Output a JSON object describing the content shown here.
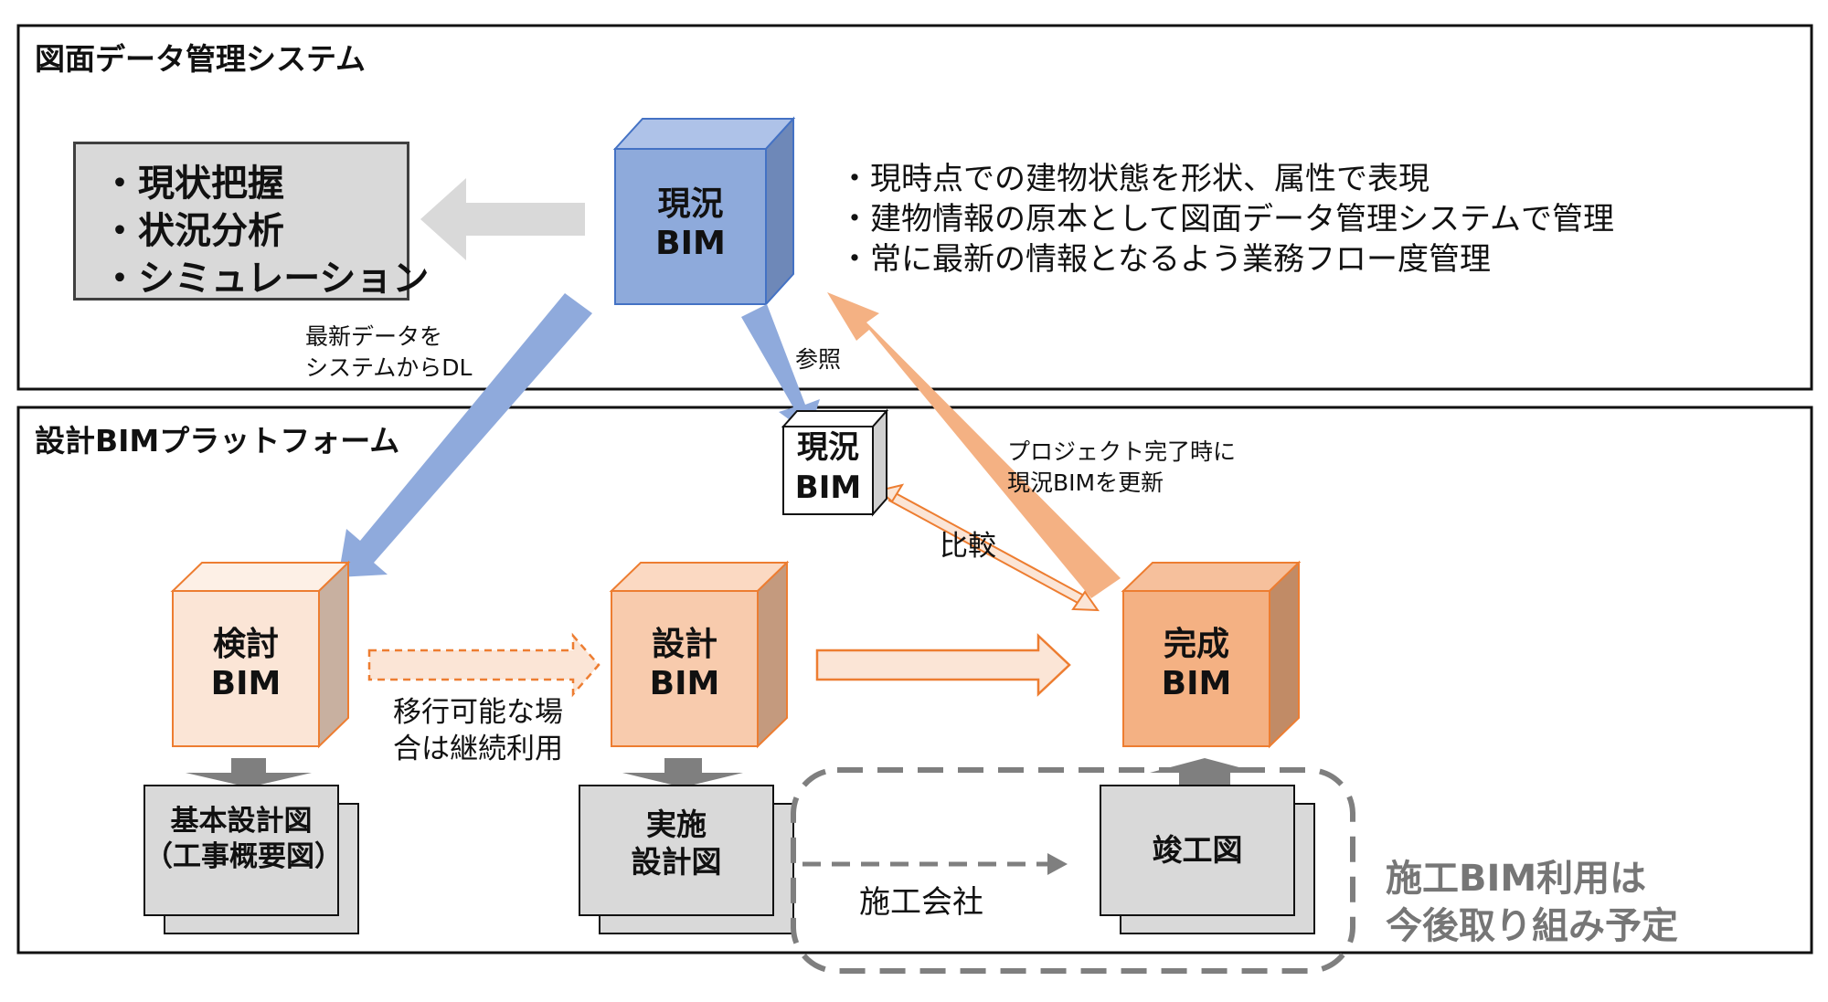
{
  "top_panel": {
    "title": "図面データ管理システム",
    "status_box": {
      "items": [
        "・現状把握",
        "・状況分析",
        "・シミュレーション"
      ]
    },
    "current_bim_cube": {
      "line1": "現況",
      "line2": "BIM"
    },
    "description_lines": [
      "・現時点での建物状態を形状、属性で表現",
      "・建物情報の原本として図面データ管理システムで管理",
      "・常に最新の情報となるよう業務フロー度管理"
    ]
  },
  "bottom_panel": {
    "title": "設計BIMプラットフォーム",
    "cubes": {
      "current": {
        "line1": "現況",
        "line2": "BIM"
      },
      "study": {
        "line1": "検討",
        "line2": "BIM"
      },
      "design": {
        "line1": "設計",
        "line2": "BIM"
      },
      "complete": {
        "line1": "完成",
        "line2": "BIM"
      }
    },
    "documents": {
      "basic": {
        "line1": "基本設計図",
        "line2": "（工事概要図）"
      },
      "detail": {
        "line1": "実施",
        "line2": "設計図"
      },
      "asbuilt": {
        "line1": "竣工図"
      }
    },
    "migration_label": {
      "line1": "移行可能な場",
      "line2": "合は継続利用"
    },
    "contractor_label": "施工会社",
    "future_note": {
      "line1": "施工BIM利用は",
      "line2": "今後取り組み予定"
    }
  },
  "connector_labels": {
    "download": {
      "line1": "最新データを",
      "line2": "システムからDL"
    },
    "reference": "参照",
    "update": {
      "line1": "プロジェクト完了時に",
      "line2": "現況BIMを更新"
    },
    "compare": "比較"
  },
  "colors": {
    "blue_front": "#8eaadb",
    "blue_top": "#aec2e8",
    "blue_side": "#6e88b8",
    "blue_arrow": "#8faadc",
    "orange_light": "#fbe5d6",
    "orange_mid": "#f8cbad",
    "orange_dark": "#f4b183",
    "orange_border": "#ed7d31",
    "gray_arrow": "#d9d9d9",
    "doc_gray": "#d9d9d9",
    "dashed_gray": "#7f7f7f"
  }
}
